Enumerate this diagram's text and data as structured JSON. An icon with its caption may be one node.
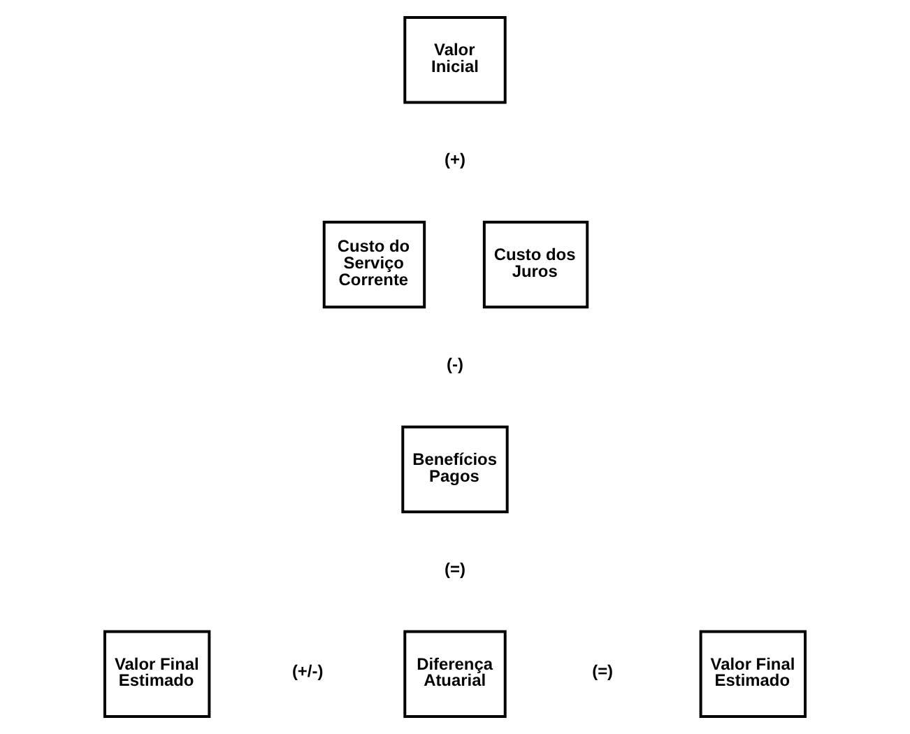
{
  "diagram": {
    "nodes": [
      {
        "text": [
          "Valor Inicial"
        ]
      },
      {
        "text": [
          "Custo do Serviço Corrente"
        ]
      },
      {
        "text": [
          "Custo dos Juros"
        ]
      },
      {
        "text": [
          "Benefícios Pagos"
        ]
      },
      {
        "text": [
          "Valor Final Estimado"
        ]
      },
      {
        "text": [
          "Diferença Atuarial"
        ]
      },
      {
        "text": [
          "Valor Final Estimado"
        ]
      }
    ],
    "edges": [],
    "labels": [
      "(+)",
      "(-)",
      "(=)",
      "(+/-)",
      "(=)"
    ]
  }
}
